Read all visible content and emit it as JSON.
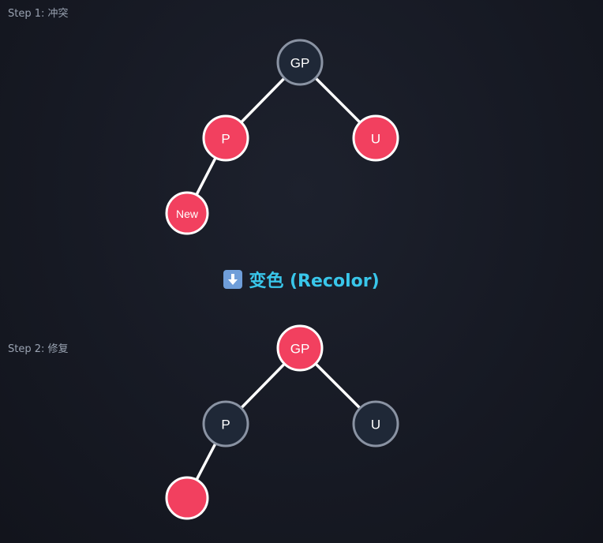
{
  "step1": {
    "label": "Step 1: 冲突",
    "nodes": {
      "gp": {
        "text": "GP",
        "color": "black"
      },
      "p": {
        "text": "P",
        "color": "red"
      },
      "u": {
        "text": "U",
        "color": "red"
      },
      "new": {
        "text": "New",
        "color": "red"
      }
    }
  },
  "transition": {
    "icon": "down-arrow-icon",
    "text": "变色 (Recolor)"
  },
  "step2": {
    "label": "Step 2: 修复",
    "nodes": {
      "gp": {
        "text": "GP",
        "color": "red"
      },
      "p": {
        "text": "P",
        "color": "black"
      },
      "u": {
        "text": "U",
        "color": "black"
      },
      "new": {
        "text": "",
        "color": "red"
      }
    }
  },
  "colors": {
    "red": "#f2405f",
    "black": "#1f2837",
    "edge": "#ffffff",
    "accent": "#39c6ea",
    "background": "#171a24"
  }
}
